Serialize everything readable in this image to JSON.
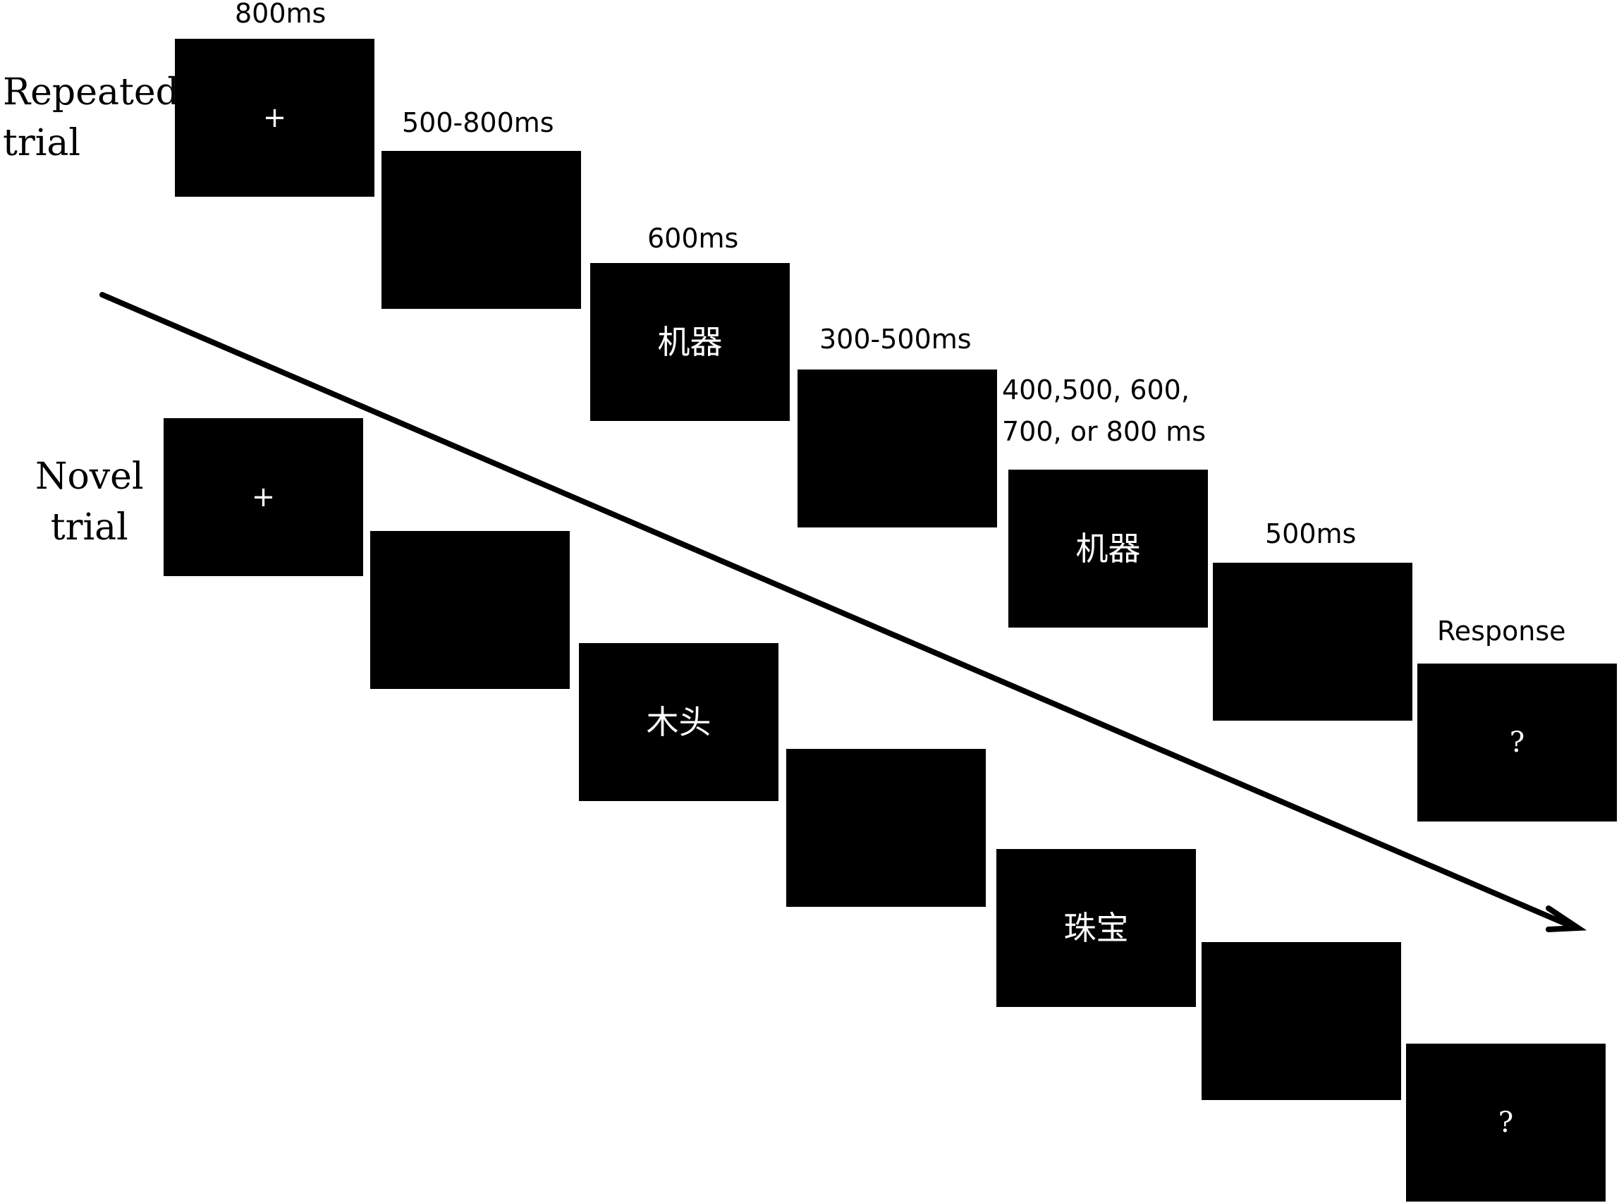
{
  "labels": {
    "repeated_line1": "Repeated",
    "repeated_line2": "trial",
    "novel_line1": "Novel",
    "novel_line2": "trial"
  },
  "durations": {
    "fixation": "800ms",
    "blank1": "500-800ms",
    "prime": "600ms",
    "blank2": "300-500ms",
    "target_line1": "400,500, 600,",
    "target_line2": "700, or 800 ms",
    "blank3": "500ms",
    "response": "Response"
  },
  "repeated_trial": {
    "fixation": "+",
    "prime": "机器",
    "target": "机器",
    "response": "?"
  },
  "novel_trial": {
    "fixation": "+",
    "prime": "木头",
    "target": "珠宝",
    "response": "?"
  },
  "colors": {
    "screen": "#000000",
    "screen_text": "#ffffff",
    "label_text": "#000000",
    "arrow": "#000000"
  }
}
